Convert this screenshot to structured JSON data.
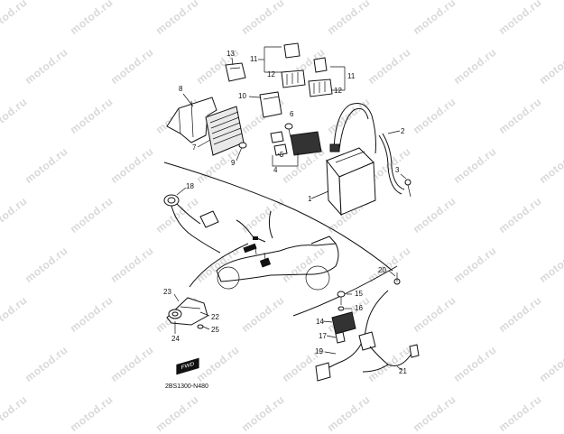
{
  "watermark": {
    "text": "motod.ru"
  },
  "callouts": {
    "c1": "1",
    "c2": "2",
    "c3": "3",
    "c4": "4",
    "c5": "5",
    "c6": "6",
    "c7": "7",
    "c8": "8",
    "c9": "9",
    "c10": "10",
    "c11a": "11",
    "c11b": "11",
    "c12a": "12",
    "c12b": "12",
    "c13": "13",
    "c14": "14",
    "c15": "15",
    "c16": "16",
    "c17": "17",
    "c18": "18",
    "c19": "19",
    "c20": "20",
    "c21": "21",
    "c22": "22",
    "c23": "23",
    "c24": "24",
    "c25": "25"
  },
  "diagram_code": "2BS1300-N480",
  "fwd_label": "FWD"
}
